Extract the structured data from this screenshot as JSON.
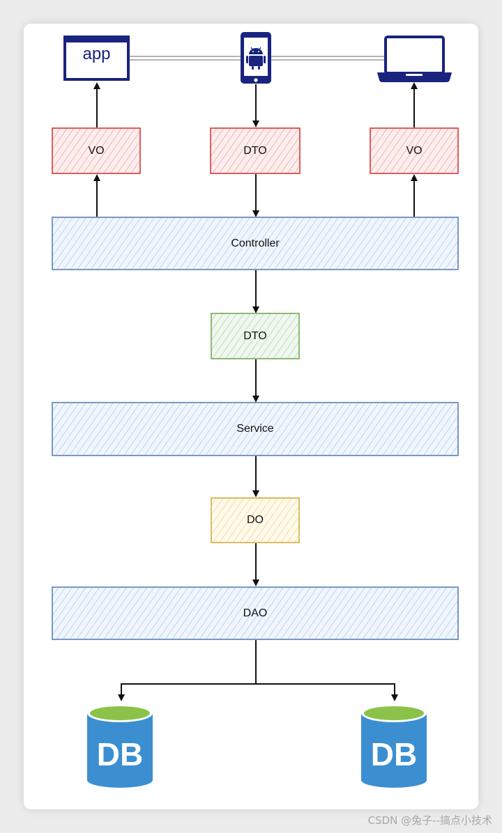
{
  "diagram": {
    "clients": {
      "app_label": "app"
    },
    "boxes": {
      "vo_left": "VO",
      "dto_top": "DTO",
      "vo_right": "VO",
      "controller": "Controller",
      "dto_middle": "DTO",
      "service": "Service",
      "do": "DO",
      "dao": "DAO"
    },
    "databases": {
      "left": "DB",
      "right": "DB"
    },
    "colors": {
      "red_fill": "#f8cecc",
      "red_stroke": "#d94f4f",
      "blue_fill": "#dae8fc",
      "blue_stroke": "#6c8ebf",
      "green_fill": "#d5e8d4",
      "green_stroke": "#82b366",
      "yellow_fill": "#fff2cc",
      "yellow_stroke": "#d6b656",
      "device_navy": "#1a237e",
      "db_blue": "#3b8fd1",
      "db_top_green": "#8bc34a"
    }
  },
  "watermark": "CSDN @兔子--搞点小技术"
}
